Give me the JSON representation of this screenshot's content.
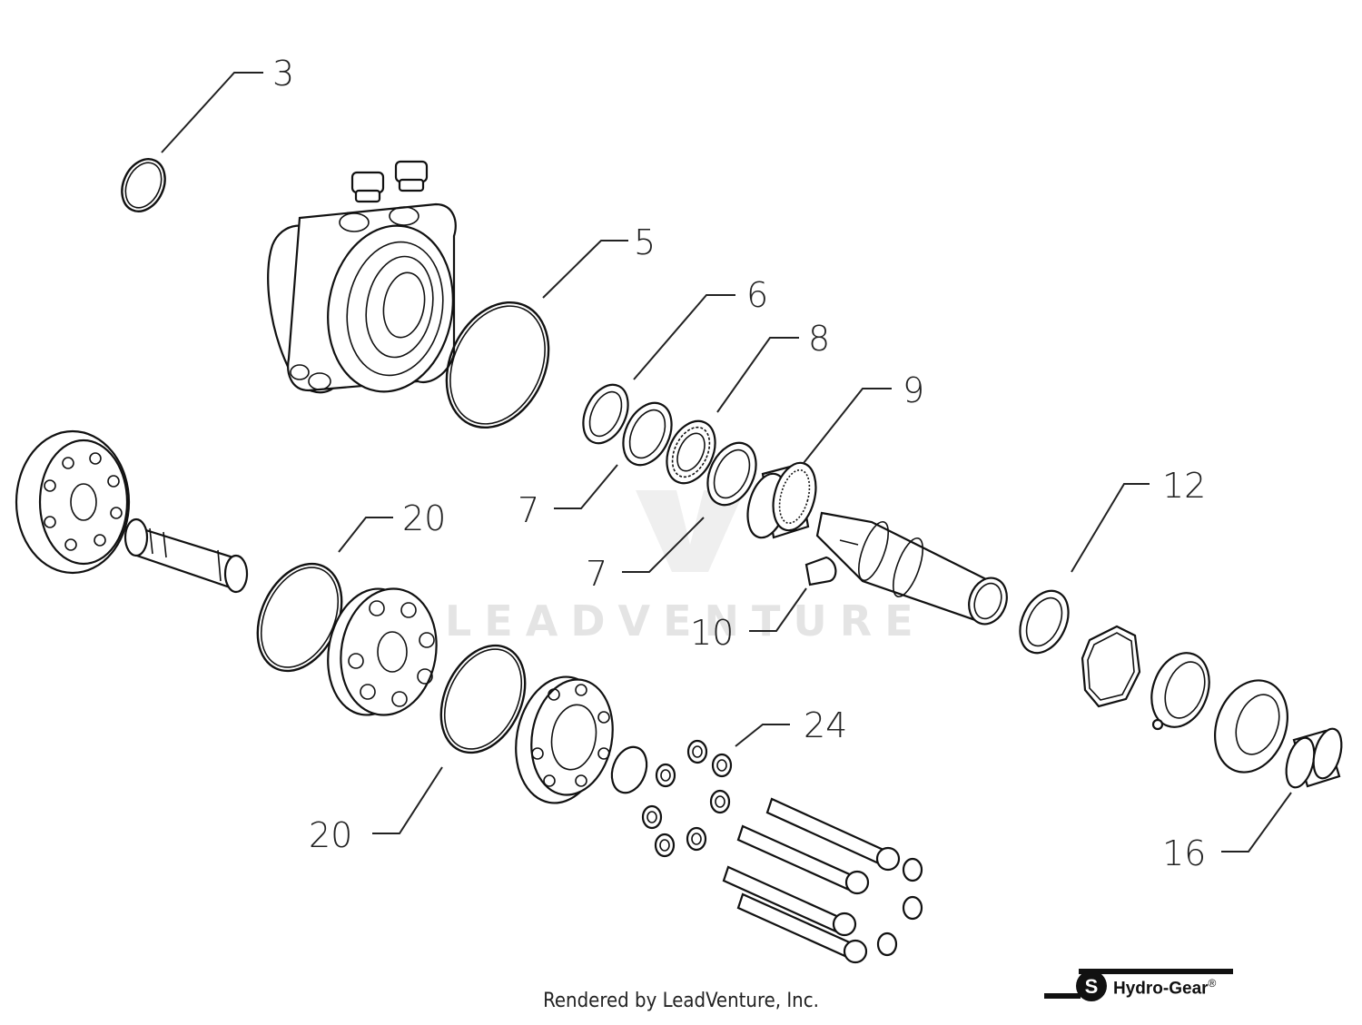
{
  "callouts": [
    {
      "id": "c3",
      "label": "3"
    },
    {
      "id": "c5",
      "label": "5"
    },
    {
      "id": "c6",
      "label": "6"
    },
    {
      "id": "c8",
      "label": "8"
    },
    {
      "id": "c9",
      "label": "9"
    },
    {
      "id": "c7a",
      "label": "7"
    },
    {
      "id": "c7b",
      "label": "7"
    },
    {
      "id": "c12",
      "label": "12"
    },
    {
      "id": "c20a",
      "label": "20"
    },
    {
      "id": "c10",
      "label": "10"
    },
    {
      "id": "c24",
      "label": "24"
    },
    {
      "id": "c20b",
      "label": "20"
    },
    {
      "id": "c16",
      "label": "16"
    }
  ],
  "watermark": "LEADVENTURE",
  "footer": "Rendered by LeadVenture, Inc.",
  "brand": {
    "name": "Hydro-Gear",
    "reg": "®",
    "logo_letter": "S"
  },
  "colors": {
    "ink": "#111111",
    "watermark": "#cfcfcf",
    "background": "#ffffff"
  }
}
